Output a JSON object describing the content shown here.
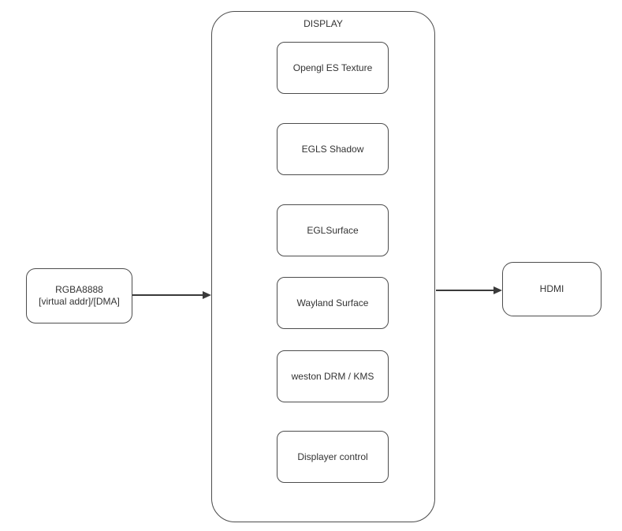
{
  "diagram": {
    "input_node": {
      "label_line1": "RGBA8888",
      "label_line2": "[virtual addr]/[DMA]"
    },
    "display_container": {
      "title": "DISPLAY",
      "nodes": [
        {
          "label": "Opengl ES Texture"
        },
        {
          "label": "EGLS Shadow"
        },
        {
          "label": "EGLSurface"
        },
        {
          "label": "Wayland Surface"
        },
        {
          "label": "weston DRM / KMS"
        },
        {
          "label": "Displayer control"
        }
      ]
    },
    "output_node": {
      "label": "HDMI"
    },
    "colors": {
      "stroke": "#4d4d4d",
      "arrow": "#3a3a3a",
      "text": "#333333",
      "background": "#ffffff"
    }
  }
}
